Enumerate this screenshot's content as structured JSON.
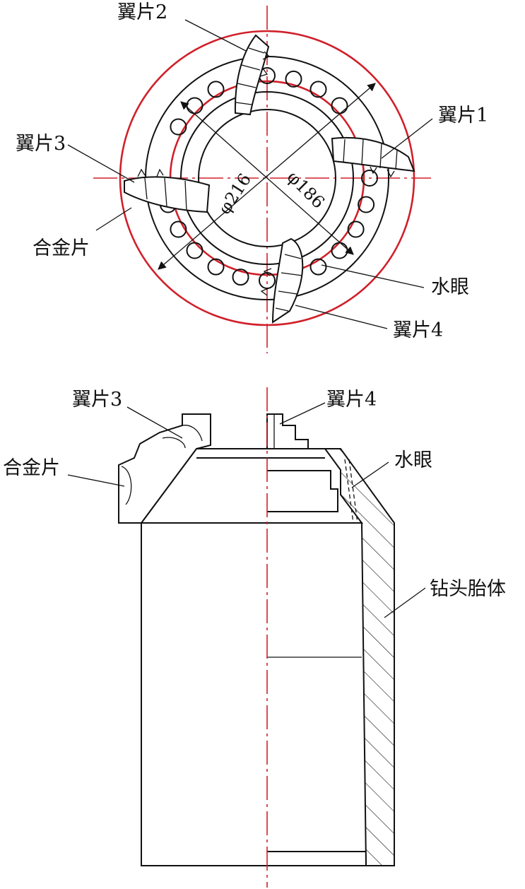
{
  "top_view": {
    "wing1_label": "翼片1",
    "wing2_label": "翼片2",
    "wing3_label": "翼片3",
    "wing4_label": "翼片4",
    "alloy_label": "合金片",
    "water_hole_label": "水眼",
    "dim_outer": "φ216",
    "dim_inner": "φ186"
  },
  "side_view": {
    "wing3_label": "翼片3",
    "wing4_label": "翼片4",
    "alloy_label": "合金片",
    "water_hole_label": "水眼",
    "body_label": "钻头胎体"
  },
  "colors": {
    "line": "#111111",
    "reference": "#d0202a"
  }
}
